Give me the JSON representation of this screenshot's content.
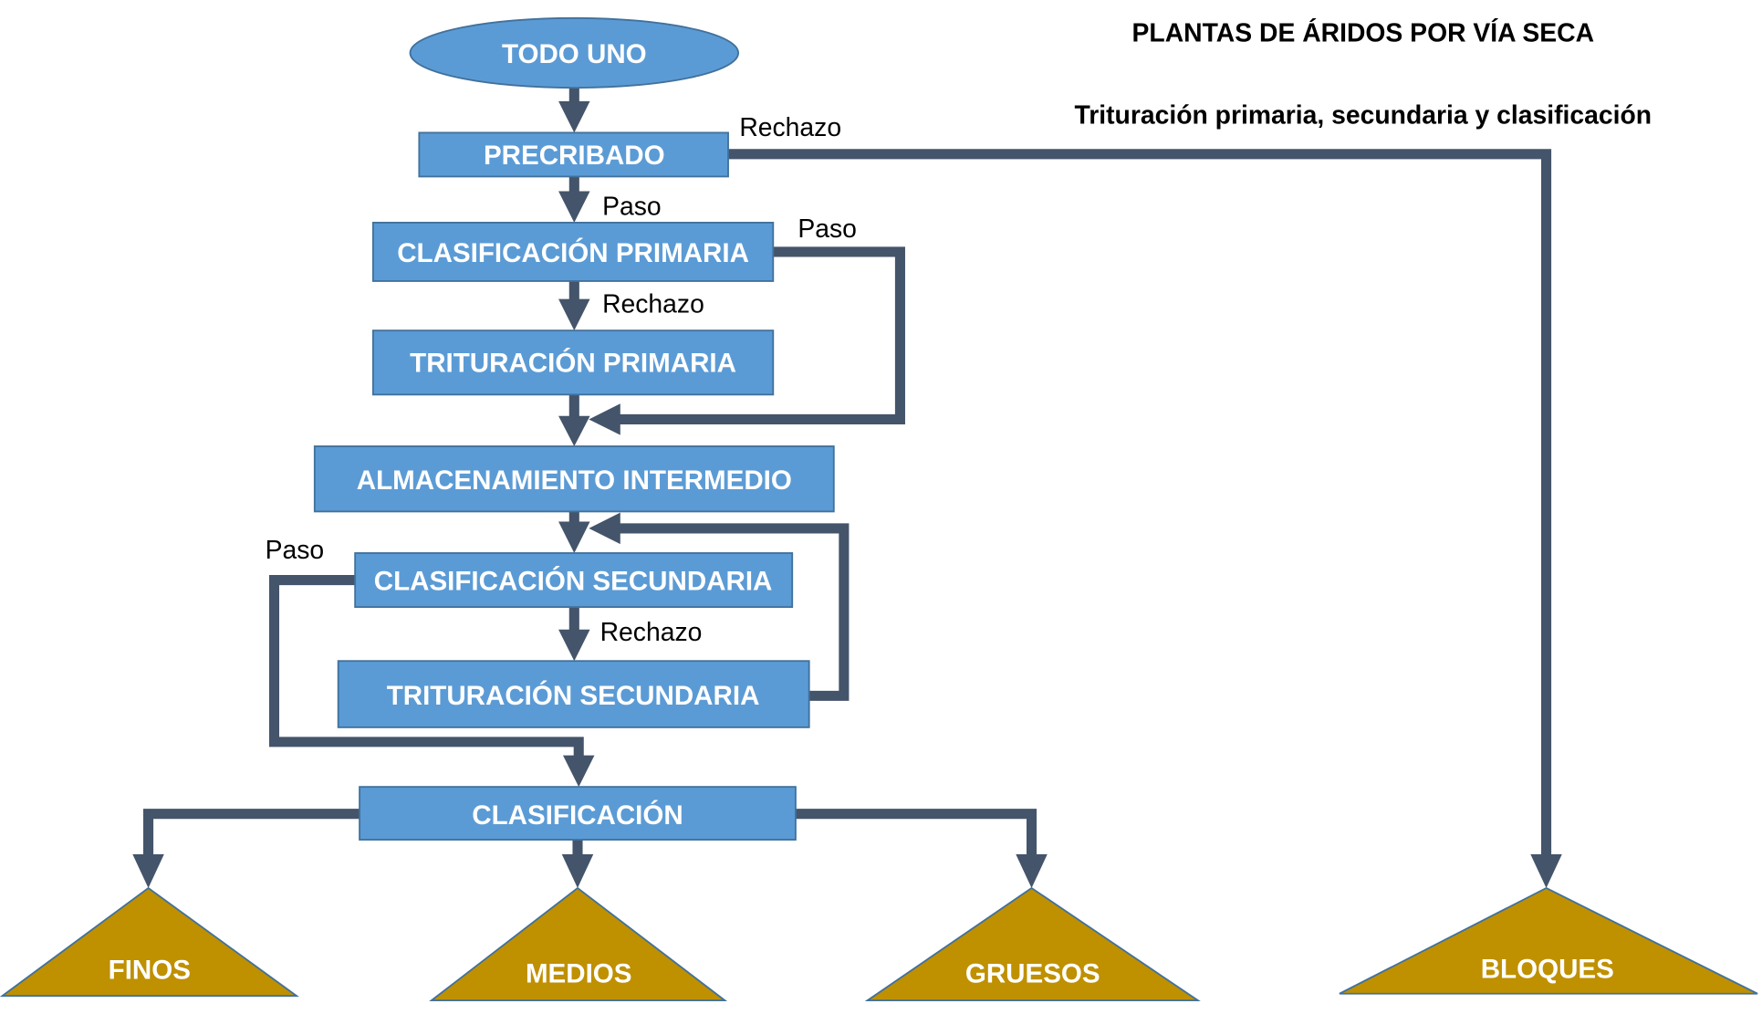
{
  "header": {
    "title": "PLANTAS DE ÁRIDOS POR VÍA SECA",
    "subtitle": "Trituración primaria, secundaria y clasificación"
  },
  "nodes": {
    "todo_uno": "TODO UNO",
    "precribado": "PRECRIBADO",
    "clasificacion_primaria": "CLASIFICACIÓN PRIMARIA",
    "trituracion_primaria": "TRITURACIÓN PRIMARIA",
    "almacenamiento": "ALMACENAMIENTO INTERMEDIO",
    "clasificacion_secundaria": "CLASIFICACIÓN SECUNDARIA",
    "trituracion_secundaria": "TRITURACIÓN SECUNDARIA",
    "clasificacion": "CLASIFICACIÓN"
  },
  "products": {
    "finos": "FINOS",
    "medios": "MEDIOS",
    "gruesos": "GRUESOS",
    "bloques": "BLOQUES"
  },
  "edge_labels": {
    "precribado_rechazo": "Rechazo",
    "precribado_paso": "Paso",
    "primaria_paso": "Paso",
    "primaria_rechazo": "Rechazo",
    "secundaria_paso": "Paso",
    "secundaria_rechazo": "Rechazo"
  },
  "colors": {
    "process_box": "#5B9BD5",
    "connector": "#44546A",
    "product_pile": "#BF9000"
  }
}
